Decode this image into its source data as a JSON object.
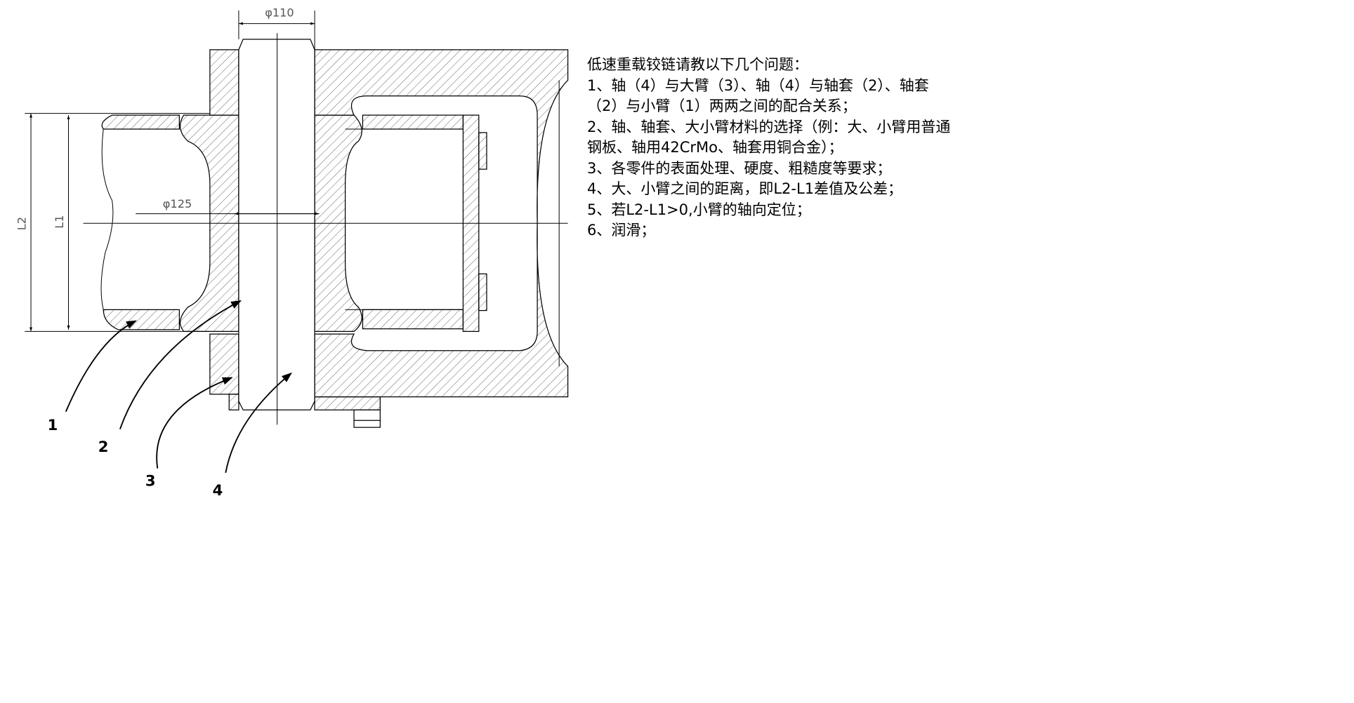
{
  "drawing": {
    "dim_phi110": "φ110",
    "dim_phi125": "φ125",
    "dim_L1": "L1",
    "dim_L2": "L2",
    "part_labels": [
      "1",
      "2",
      "3",
      "4"
    ]
  },
  "notes": {
    "title": "低速重载铰链请教以下几个问题：",
    "lines": [
      "1、轴（4）与大臂（3）、轴（4）与轴套（2）、轴套",
      "（2）与小臂（1）两两之间的配合关系；",
      "2、轴、轴套、大小臂材料的选择（例：大、小臂用普通",
      "钢板、轴用42CrMo、轴套用铜合金）；",
      "3、各零件的表面处理、硬度、粗糙度等要求；",
      "4、大、小臂之间的距离，即L2-L1差值及公差；",
      "5、若L2-L1>0,小臂的轴向定位；",
      "6、润滑；"
    ]
  }
}
